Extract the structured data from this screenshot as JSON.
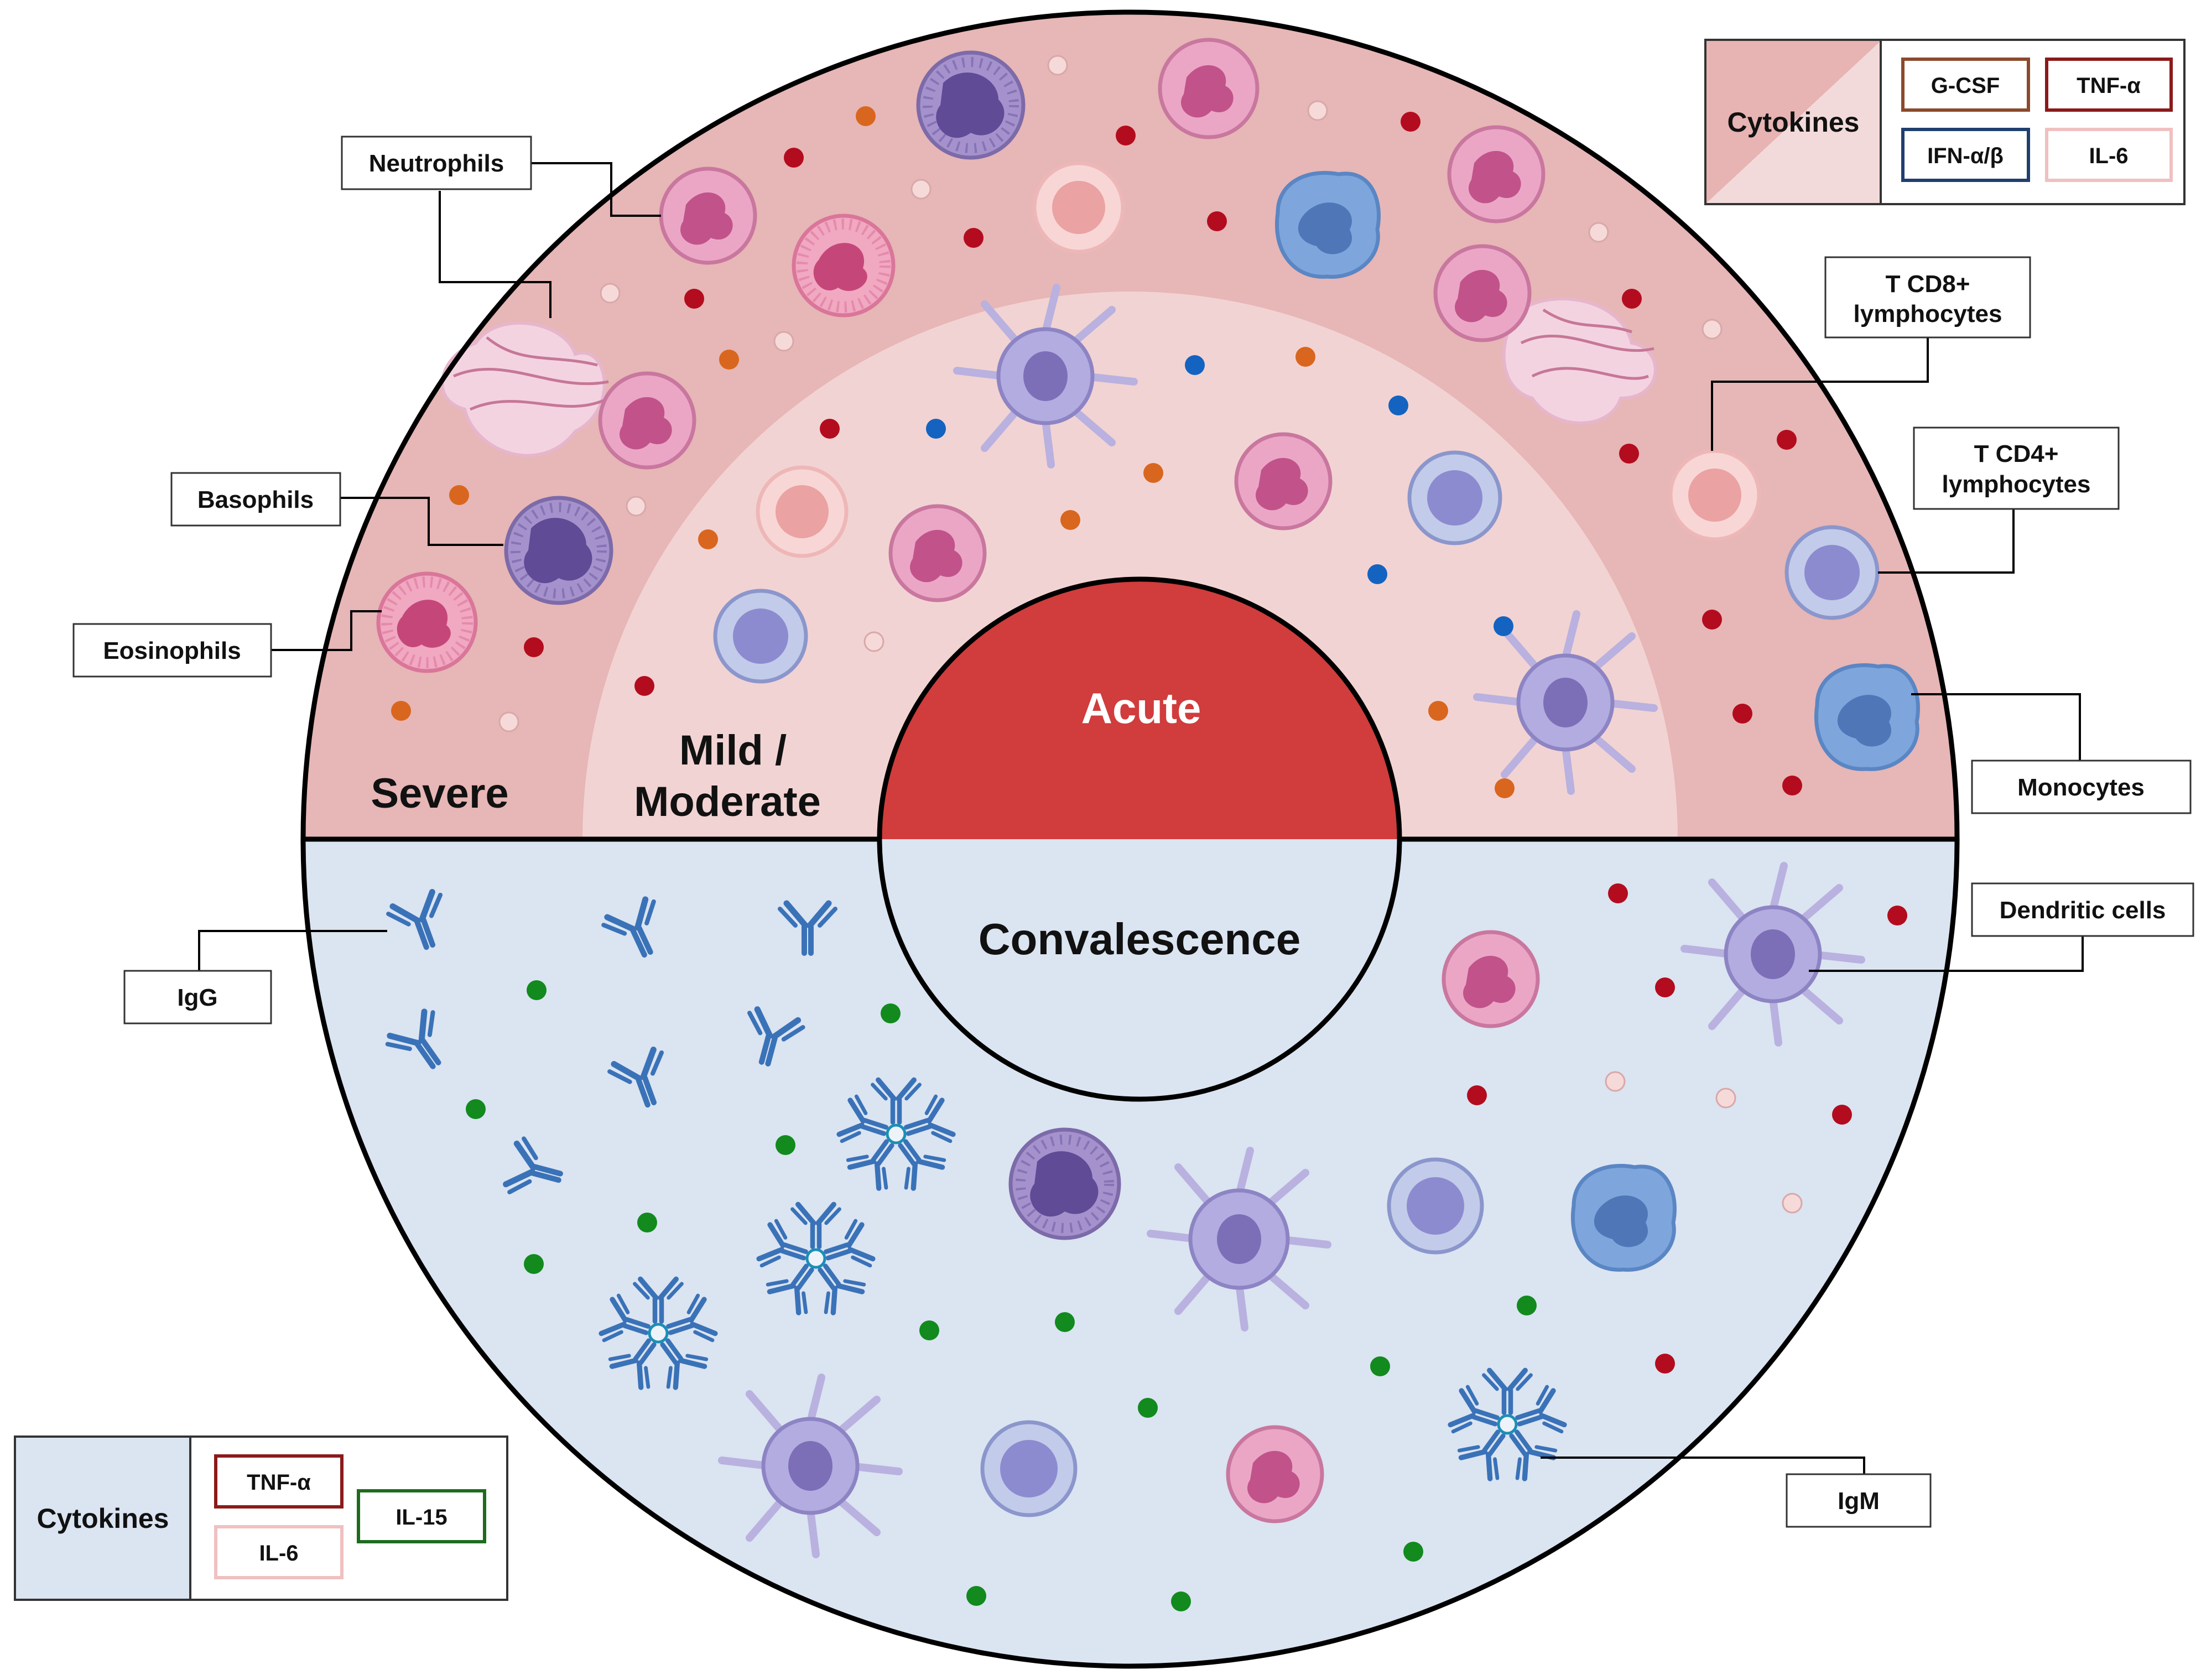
{
  "zones": {
    "severe": "Severe",
    "mild_line1": "Mild /",
    "mild_line2": "Moderate",
    "acute": "Acute",
    "convalescence": "Convalescence"
  },
  "labels": {
    "neutrophils": "Neutrophils",
    "basophils": "Basophils",
    "eosinophils": "Eosinophils",
    "tcd8_line1": "T CD8+",
    "tcd8_line2": "lymphocytes",
    "tcd4_line1": "T CD4+",
    "tcd4_line2": "lymphocytes",
    "monocytes": "Monocytes",
    "dendritic": "Dendritic cells",
    "igg": "IgG",
    "igm": "IgM"
  },
  "acute_cytokines": {
    "title": "Cytokines",
    "items": [
      "G-CSF",
      "TNF-α",
      "IFN-α/β",
      "IL-6"
    ]
  },
  "convalescent_cytokines": {
    "title": "Cytokines",
    "items": [
      "TNF-α",
      "IL-6",
      "IL-15"
    ]
  },
  "colors": {
    "severe_ring": "#e7b6b6",
    "mild_ring": "#f2d3d3",
    "acute_core": "#d13c3c",
    "convalescence": "#dbe4f1",
    "g_csf": "#8b4a2b",
    "tnf_alpha": "#8b1a1a",
    "ifn": "#1f3f6e",
    "il6": "#f0c0c0",
    "il15": "#1e6b1e",
    "dot_red": "#b30c1e",
    "dot_orange": "#d9661e",
    "dot_blue": "#1463c0",
    "dot_green": "#128a1e",
    "dot_pale": "#f6dada",
    "antibody": "#3a72b8"
  }
}
